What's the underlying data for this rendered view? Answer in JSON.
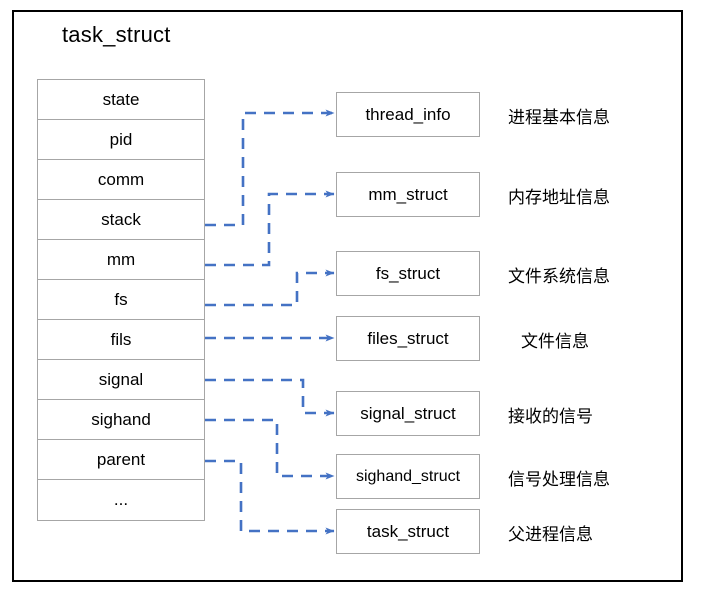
{
  "diagram": {
    "title": "task_struct",
    "accent_color": "#4472C4",
    "border_color": "#A6A6A6",
    "frame_color": "#000000"
  },
  "struct_table": {
    "name": "task_struct",
    "fields": [
      {
        "label": "state"
      },
      {
        "label": "pid"
      },
      {
        "label": "comm"
      },
      {
        "label": "stack"
      },
      {
        "label": "mm"
      },
      {
        "label": "fs"
      },
      {
        "label": "fils"
      },
      {
        "label": "signal"
      },
      {
        "label": "sighand"
      },
      {
        "label": "parent"
      },
      {
        "label": "..."
      }
    ]
  },
  "targets": [
    {
      "label": "thread_info",
      "annotation": "进程基本信息",
      "source_field": "stack"
    },
    {
      "label": "mm_struct",
      "annotation": "内存地址信息",
      "source_field": "mm"
    },
    {
      "label": "fs_struct",
      "annotation": "文件系统信息",
      "source_field": "fs"
    },
    {
      "label": "files_struct",
      "annotation": "文件信息",
      "source_field": "fils"
    },
    {
      "label": "signal_struct",
      "annotation": "接收的信号",
      "source_field": "signal"
    },
    {
      "label": "sighand_struct",
      "annotation": "信号处理信息",
      "source_field": "sighand"
    },
    {
      "label": "task_struct",
      "annotation": "父进程信息",
      "source_field": "parent"
    }
  ]
}
